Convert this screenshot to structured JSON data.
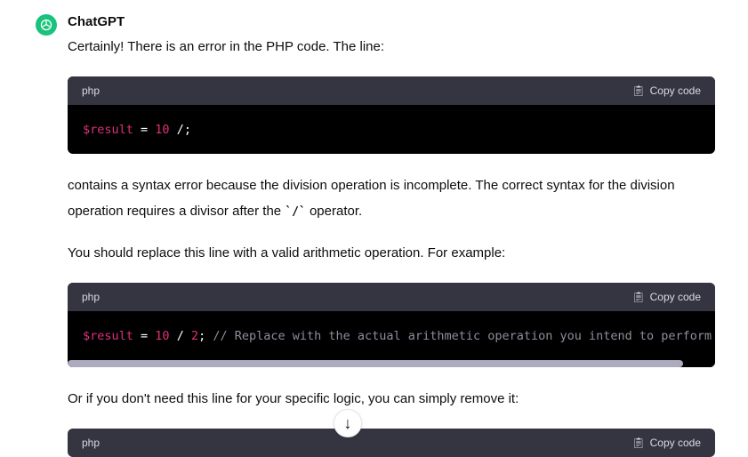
{
  "author": "ChatGPT",
  "intro": "Certainly! There is an error in the PHP code. The line:",
  "blocks": [
    {
      "lang": "php",
      "copy": "Copy code",
      "code": {
        "var": "$result",
        "eq": " = ",
        "num": "10",
        "rest": " /;"
      }
    },
    {
      "lang": "php",
      "copy": "Copy code",
      "code": {
        "var": "$result",
        "eq": " = ",
        "num": "10",
        "op": " / ",
        "num2": "2",
        "semi": ";",
        "comment": " // Replace with the actual arithmetic operation you intend to perform"
      },
      "scroll_fraction": 0.95
    },
    {
      "lang": "php",
      "copy": "Copy code"
    }
  ],
  "para1a": "contains a syntax error because the division operation is incomplete. The correct syntax for the division operation requires a divisor after the ",
  "para1code": "`/`",
  "para1b": " operator.",
  "para2": "You should replace this line with a valid arithmetic operation. For example:",
  "para3": "Or if you don't need this line for your specific logic, you can simply remove it:",
  "scroll_down_icon": "arrow-down-icon"
}
